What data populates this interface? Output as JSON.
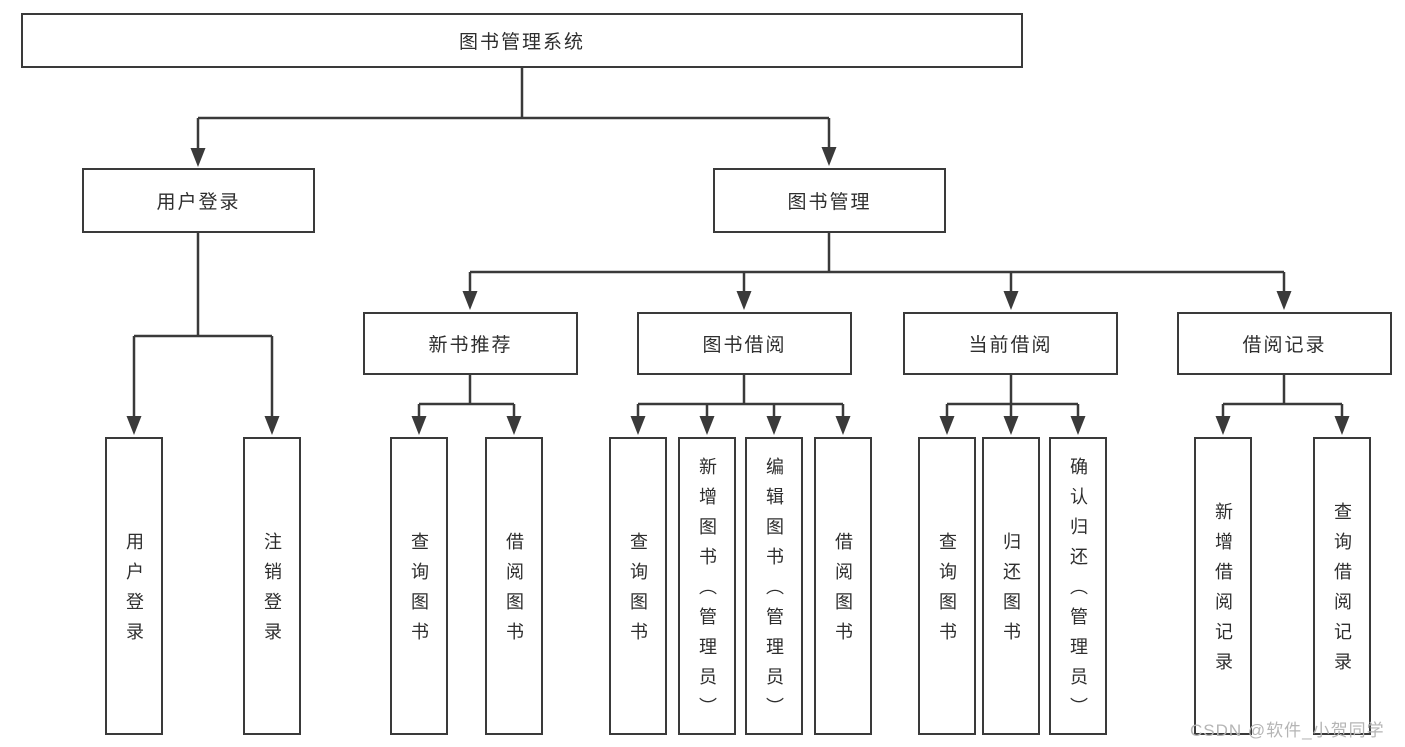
{
  "tree": {
    "title": "图书管理系统",
    "branches": [
      {
        "label": "用户登录",
        "children": [
          {
            "label": "用户登录"
          },
          {
            "label": "注销登录"
          }
        ]
      },
      {
        "label": "图书管理",
        "children": [
          {
            "label": "新书推荐",
            "children": [
              {
                "label": "查询图书"
              },
              {
                "label": "借阅图书"
              }
            ]
          },
          {
            "label": "图书借阅",
            "children": [
              {
                "label": "查询图书"
              },
              {
                "label": "新增图书（管理员）"
              },
              {
                "label": "编辑图书（管理员）"
              },
              {
                "label": "借阅图书"
              }
            ]
          },
          {
            "label": "当前借阅",
            "children": [
              {
                "label": "查询图书"
              },
              {
                "label": "归还图书"
              },
              {
                "label": "确认归还（管理员）"
              }
            ]
          },
          {
            "label": "借阅记录",
            "children": [
              {
                "label": "新增借阅记录"
              },
              {
                "label": "查询借阅记录"
              }
            ]
          }
        ]
      }
    ]
  },
  "watermark": {
    "text": "CSDN @软件_小贺同学"
  },
  "colors": {
    "line": "#3a3a3a",
    "box_border": "#3a3a3a",
    "text": "#2e2e2e",
    "watermark": "#b5b5b5",
    "background": "#ffffff"
  }
}
